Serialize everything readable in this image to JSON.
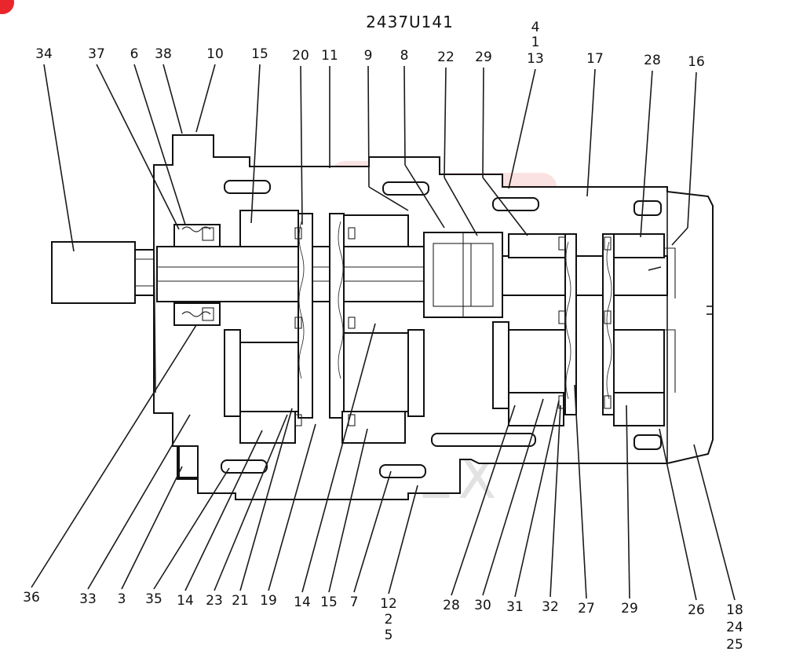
{
  "title": "2437U141",
  "watermark_text": "ИНТЕХ",
  "corner_badge_color": "#e8262b",
  "watermark_color": "#e8262b",
  "top_labels": [
    "34",
    "37",
    "6",
    "38",
    "10",
    "15",
    "20",
    "11",
    "9",
    "8",
    "22",
    "29",
    "4",
    "1",
    "13",
    "17",
    "28",
    "16"
  ],
  "bottom_labels": [
    "36",
    "33",
    "3",
    "35",
    "14",
    "23",
    "21",
    "19",
    "14",
    "15",
    "7",
    "12",
    "2",
    "5",
    "28",
    "30",
    "31",
    "32",
    "27",
    "29",
    "26",
    "18",
    "24",
    "25"
  ]
}
